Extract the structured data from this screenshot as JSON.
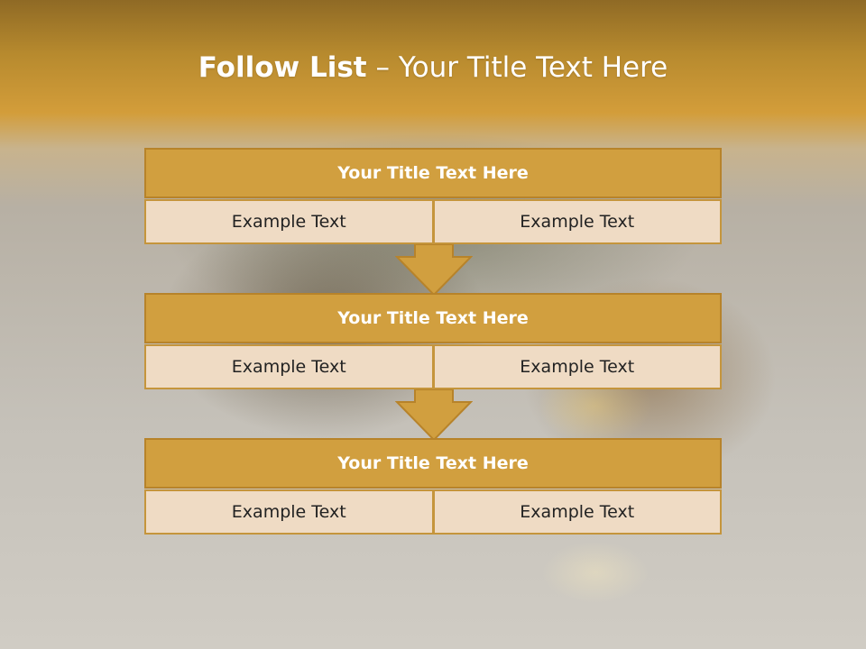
{
  "slide": {
    "title_bold": "Follow List",
    "title_rest": " – Your Title Text Here"
  },
  "blocks": [
    {
      "title": "Your Title Text Here",
      "cells": [
        "Example Text",
        "Example Text"
      ]
    },
    {
      "title": "Your Title Text Here",
      "cells": [
        "Example Text",
        "Example Text"
      ]
    },
    {
      "title": "Your Title Text Here",
      "cells": [
        "Example Text",
        "Example Text"
      ]
    }
  ],
  "colors": {
    "header_fill": "#d19f3f",
    "cell_fill": "#efdbc4",
    "border": "#b7832a",
    "arrow_fill": "#d19f3f",
    "title_text": "#ffffff"
  }
}
